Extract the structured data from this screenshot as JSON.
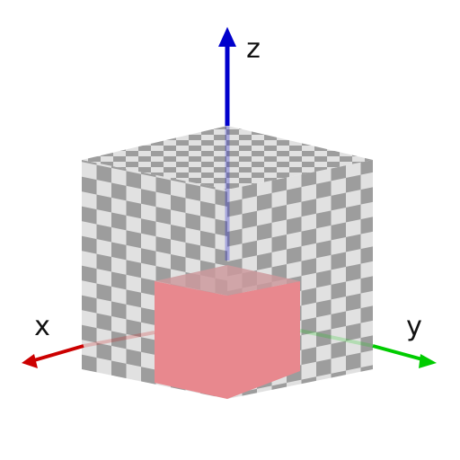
{
  "axes": {
    "x": {
      "label": "x",
      "color": "#cc0000"
    },
    "y": {
      "label": "y",
      "color": "#00cc00"
    },
    "z": {
      "label": "z",
      "color": "#0000cc"
    }
  },
  "cube": {
    "grid_divisions": 10,
    "checker_dark": "#8c8c8c",
    "checker_light": "#dcdcdc",
    "checker_opacity": 0.8
  },
  "highlight": {
    "label": "",
    "fraction_of_cube": 0.5,
    "front_color": "#e8888e",
    "top_color": "#cc9a9e"
  }
}
